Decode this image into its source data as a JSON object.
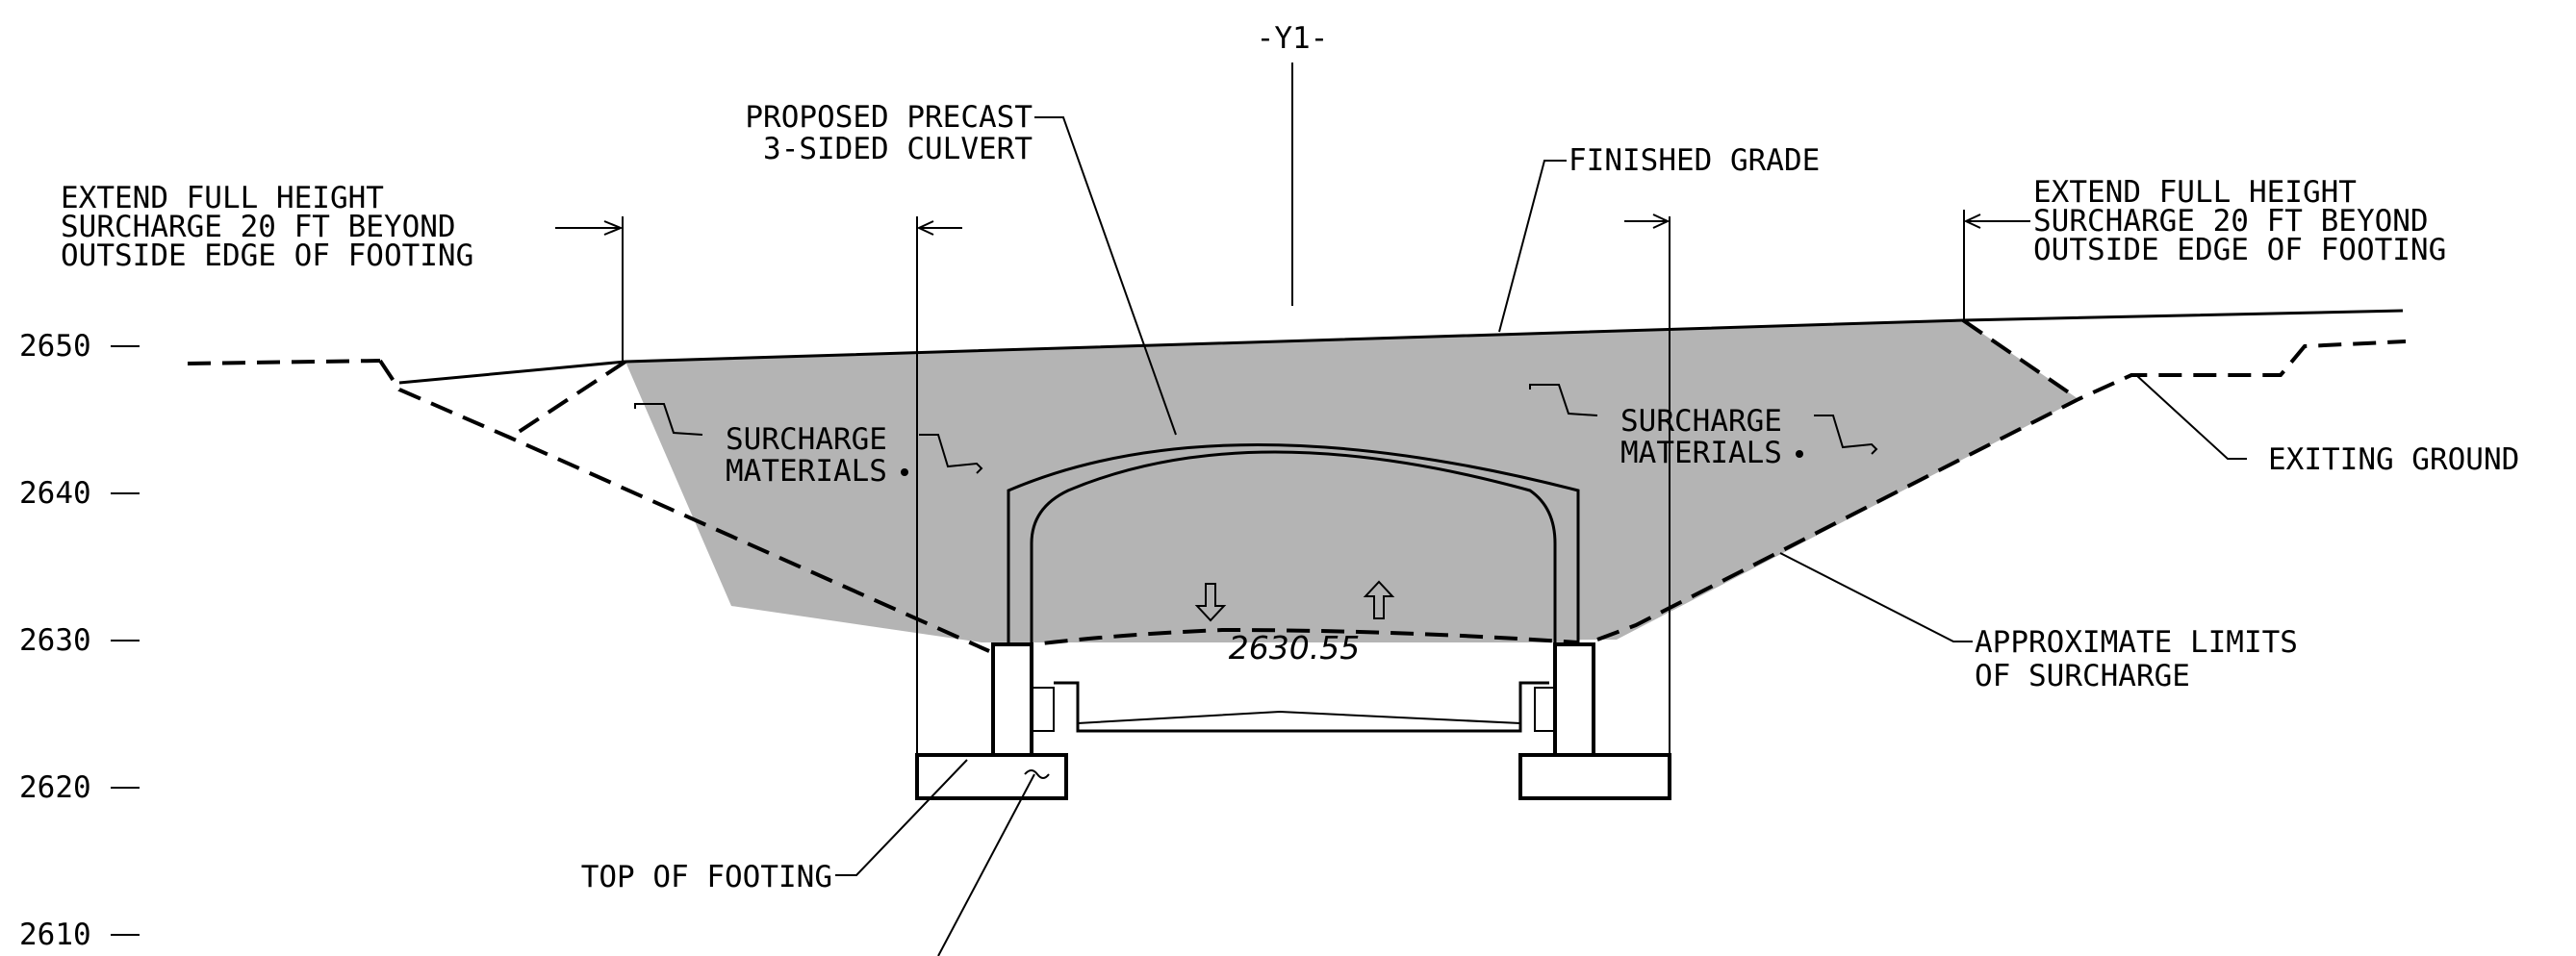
{
  "centerline": "-Y1-",
  "labels": {
    "culvert_line1": "PROPOSED PRECAST",
    "culvert_line2": "3-SIDED CULVERT",
    "finished_grade": "FINISHED GRADE",
    "left_note_1": "EXTEND FULL HEIGHT",
    "left_note_2": "SURCHARGE 20 FT BEYOND",
    "left_note_3": "OUTSIDE EDGE OF FOOTING",
    "right_note_1": "EXTEND FULL HEIGHT",
    "right_note_2": "SURCHARGE 20 FT BEYOND",
    "right_note_3": "OUTSIDE EDGE OF FOOTING",
    "surcharge_left_1": "SURCHARGE",
    "surcharge_left_2": "MATERIALS",
    "surcharge_right_1": "SURCHARGE",
    "surcharge_right_2": "MATERIALS",
    "existing_ground": "EXITING GROUND",
    "approx_limits_1": "APPROXIMATE LIMITS",
    "approx_limits_2": "OF SURCHARGE",
    "top_of_footing": "TOP OF FOOTING",
    "invert_elevation": "2630.55"
  },
  "elevations": [
    "2650",
    "2640",
    "2630",
    "2620",
    "2610"
  ],
  "colors": {
    "surcharge_fill": "#b4b4b4",
    "line": "#000000",
    "background": "#ffffff"
  }
}
